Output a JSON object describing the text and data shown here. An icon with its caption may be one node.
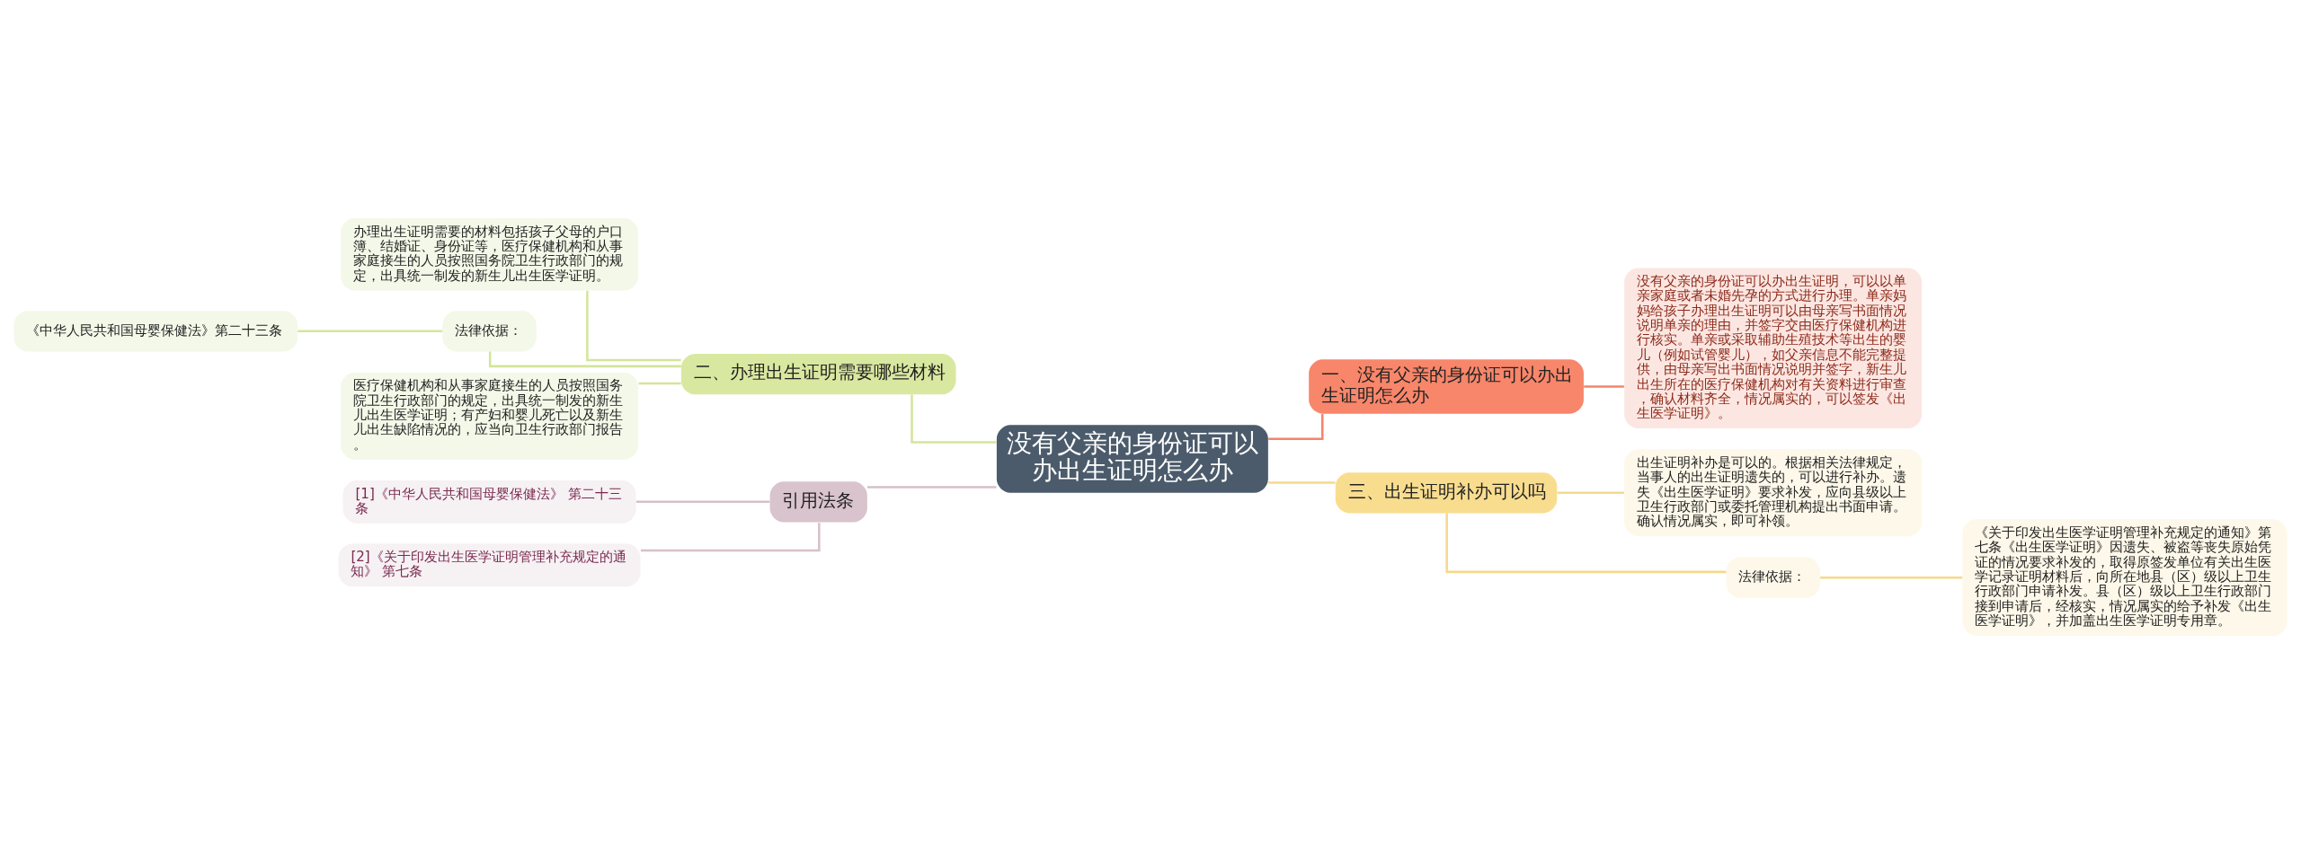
{
  "diagram": {
    "nodes": [
      {
        "text": [
          "没有父亲的身份证可以办出生证明怎么办"
        ]
      },
      {
        "text": [
          "一、没有父亲的身份证可以办出生证明怎么办"
        ]
      },
      {
        "text": [
          "没有父亲的身份证可以办出生证明，可以以单亲家庭或者未婚先孕的方式进行办理。单亲妈妈给孩子办理出生证明可以由母亲写书面情况说明单亲的理由，并签字交由医疗保健机构进行核实。单亲或采取辅助生殖技术等出生的婴儿（例如试管婴儿），如父亲信息不能完整提供，由母亲写出书面情况说明并签字，新生儿出生所在的医疗保健机构对有关资料进行审查，确认材料齐全，情况属实的，可以签发《出生医学证明》。"
        ]
      },
      {
        "text": [
          "三、出生证明补办可以吗"
        ]
      },
      {
        "text": [
          "出生证明补办是可以的。根据相关法律规定，当事人的出生证明遗失的，可以进行补办。遗失《出生医学证明》要求补发，应向县级以上卫生行政部门或委托管理机构提出书面申请。确认情况属实，即可补领。"
        ]
      },
      {
        "text": [
          "法律依据："
        ]
      },
      {
        "text": [
          "《关于印发出生医学证明管理补充规定的通知》第七条《出生医学证明》因遗失、被盗等丧失原始凭证的情况要求补发的，取得原签发单位有关出生医学记录证明材料后，向所在地县（区）级以上卫生行政部门申请补发。县（区）级以上卫生行政部门接到申请后，经核实，情况属实的给予补发《出生医学证明》，并加盖出生医学证明专用章。"
        ]
      },
      {
        "text": [
          "二、办理出生证明需要哪些材料"
        ]
      },
      {
        "text": [
          "办理出生证明需要的材料包括孩子父母的户口簿、结婚证、身份证等，医疗保健机构和从事家庭接生的人员按照国务院卫生行政部门的规定，出具统一制发的新生儿出生医学证明。"
        ]
      },
      {
        "text": [
          "法律依据："
        ]
      },
      {
        "text": [
          "《中华人民共和国母婴保健法》第二十三条"
        ]
      },
      {
        "text": [
          "医疗保健机构和从事家庭接生的人员按照国务院卫生行政部门的规定，出具统一制发的新生儿出生医学证明；有产妇和婴儿死亡以及新生儿出生缺陷情况的，应当向卫生行政部门报告。"
        ]
      },
      {
        "text": [
          "引用法条"
        ]
      },
      {
        "text": [
          "[1]《中华人民共和国母婴保健法》 第二十三条"
        ]
      },
      {
        "text": [
          "[2]《关于印发出生医学证明管理补充规定的通知》 第七条"
        ]
      }
    ],
    "edges": [
      {
        "from": 0,
        "to": 1,
        "arrow": "none",
        "color": "#f4846a"
      },
      {
        "from": 1,
        "to": 2,
        "arrow": "none",
        "color": "#f4846a"
      },
      {
        "from": 0,
        "to": 3,
        "arrow": "none",
        "color": "#f5d98b"
      },
      {
        "from": 3,
        "to": 4,
        "arrow": "none",
        "color": "#f5d98b"
      },
      {
        "from": 3,
        "to": 5,
        "arrow": "none",
        "color": "#f5d98b"
      },
      {
        "from": 5,
        "to": 6,
        "arrow": "none",
        "color": "#f5d98b"
      },
      {
        "from": 0,
        "to": 7,
        "arrow": "none",
        "color": "#d3e59a"
      },
      {
        "from": 7,
        "to": 8,
        "arrow": "none",
        "color": "#d3e59a"
      },
      {
        "from": 7,
        "to": 9,
        "arrow": "none",
        "color": "#d3e59a"
      },
      {
        "from": 9,
        "to": 10,
        "arrow": "none",
        "color": "#d3e59a"
      },
      {
        "from": 7,
        "to": 11,
        "arrow": "none",
        "color": "#d3e59a"
      },
      {
        "from": 0,
        "to": 12,
        "arrow": "none",
        "color": "#d7c0c9"
      },
      {
        "from": 12,
        "to": 13,
        "arrow": "none",
        "color": "#d7c0c9"
      },
      {
        "from": 12,
        "to": 14,
        "arrow": "none",
        "color": "#d7c0c9"
      }
    ]
  }
}
